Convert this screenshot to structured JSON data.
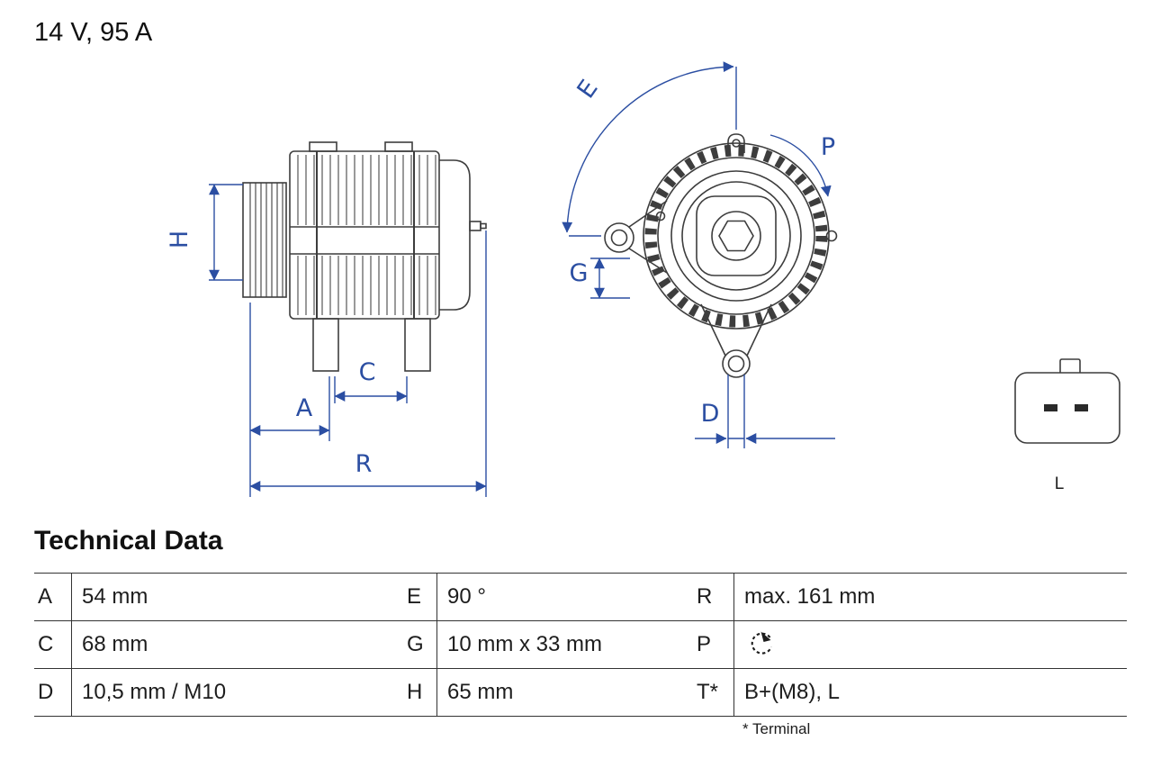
{
  "header": {
    "rating": "14 V, 95 A"
  },
  "diagram": {
    "labels": {
      "H": "H",
      "A": "A",
      "C": "C",
      "R": "R",
      "E": "E",
      "G": "G",
      "D": "D",
      "P": "P"
    },
    "connector_label": "L",
    "colors": {
      "dimension_blue": "#2B4EA2",
      "drawing_line": "#3d3d3d",
      "text": "#1d1d1d"
    }
  },
  "technical_data": {
    "title": "Technical Data",
    "rows": [
      [
        {
          "key": "A",
          "value": "54 mm"
        },
        {
          "key": "E",
          "value": "90 °"
        },
        {
          "key": "R",
          "value": "max. 161 mm"
        }
      ],
      [
        {
          "key": "C",
          "value": "68 mm"
        },
        {
          "key": "G",
          "value": "10 mm x 33 mm"
        },
        {
          "key": "P",
          "value": "",
          "icon": "rotation-ccw-icon"
        }
      ],
      [
        {
          "key": "D",
          "value": "10,5 mm / M10"
        },
        {
          "key": "H",
          "value": "65 mm"
        },
        {
          "key": "T*",
          "value": "B+(M8), L"
        }
      ]
    ],
    "footnote": "* Terminal"
  }
}
